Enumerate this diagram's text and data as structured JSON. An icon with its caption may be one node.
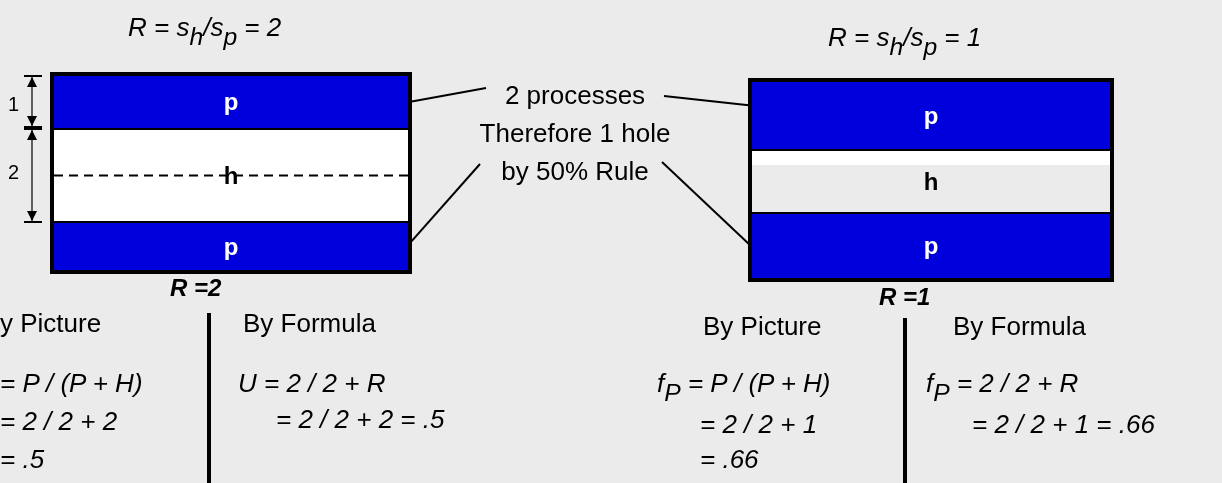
{
  "diagram": {
    "nodes": [
      {
        "text": [],
        "shape": "box"
      },
      {
        "text": [
          "p"
        ],
        "in": 0
      },
      {
        "text": [
          "h"
        ],
        "in": 0
      },
      {
        "text": [
          "p"
        ],
        "in": 0
      },
      {
        "text": [
          "2 processes Therefore 1 hole by 50% Rule"
        ]
      },
      {
        "text": [],
        "shape": "box"
      },
      {
        "text": [
          "p"
        ],
        "in": 5
      },
      {
        "text": [
          "h"
        ],
        "in": 5
      },
      {
        "text": [
          "p"
        ],
        "in": 5
      }
    ],
    "edges": [
      {
        "from": 4,
        "to": 1,
        "arrow": "none"
      },
      {
        "from": 4,
        "to": 3,
        "arrow": "none"
      },
      {
        "from": 4,
        "to": 6,
        "arrow": "none"
      },
      {
        "from": 4,
        "to": 8,
        "arrow": "none"
      }
    ],
    "labels": [
      "R = s$_{h}$/s$_{p}$ = 2",
      "1",
      "2",
      "R =2",
      "y Picture",
      "By Formula",
      "= P / (P + H)",
      "= 2 / 2 + 2",
      "= .5",
      "U = 2 / 2 + R",
      "= 2 / 2 + 2 = .5",
      "R = s$_{h}$/s$_{p}$ = 1",
      "R =1",
      "By Picture",
      "By Formula",
      "f$_{P}$ = P / (P + H)",
      "= 2 / 2 + 1",
      "= .66",
      "f$_{P}$ = 2 / 2 + R",
      "= 2 / 2 + 1 = .66"
    ]
  }
}
